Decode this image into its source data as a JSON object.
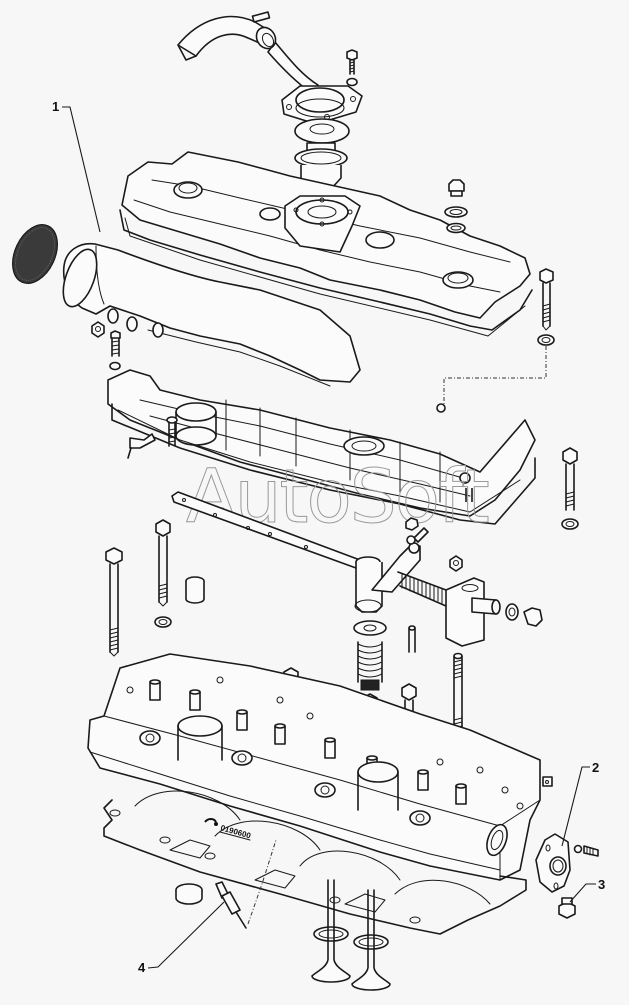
{
  "diagram": {
    "title": "Cylinder head assembly - exploded view",
    "background": "#f7f7f7",
    "line_color": "#1a1a1a",
    "watermark": "AutoSoft",
    "part_code": "0190600",
    "callouts": [
      {
        "id": "1",
        "label": "1",
        "refers_to": "intake manifold"
      },
      {
        "id": "2",
        "label": "2",
        "refers_to": "side flange cover"
      },
      {
        "id": "3",
        "label": "3",
        "refers_to": "plug"
      },
      {
        "id": "4",
        "label": "4",
        "refers_to": "glow plug"
      }
    ],
    "components": [
      "breather hose",
      "hose clamp",
      "thermostat cover",
      "thermostat gasket",
      "thermostat",
      "rocker cover",
      "rocker cover gasket",
      "oil filler cap",
      "o-rings",
      "intake manifold",
      "air filter element",
      "rocker arm shaft",
      "rocker arm",
      "rocker spring",
      "rocker support",
      "valve spring",
      "valve spring retainer",
      "cylinder head",
      "cylinder head bolts",
      "studs",
      "cylinder head gasket",
      "valves",
      "valve seals",
      "core plug",
      "glow plug",
      "side flange",
      "plug"
    ]
  }
}
